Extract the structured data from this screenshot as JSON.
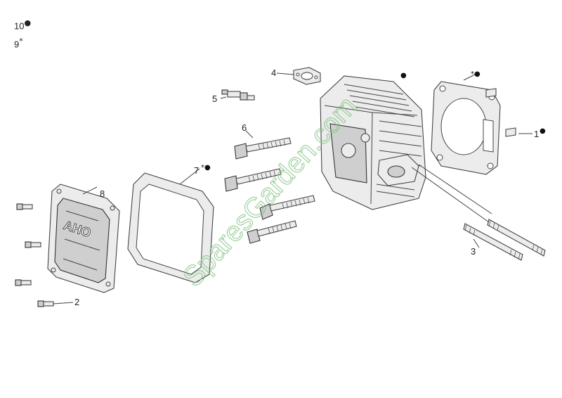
{
  "legend": [
    {
      "number": "10",
      "mark": "●"
    },
    {
      "number": "9",
      "mark": "*"
    }
  ],
  "callouts": [
    {
      "id": "1",
      "label": "1",
      "mark": "●"
    },
    {
      "id": "2",
      "label": "2",
      "mark": ""
    },
    {
      "id": "3",
      "label": "3",
      "mark": ""
    },
    {
      "id": "4",
      "label": "4",
      "mark": ""
    },
    {
      "id": "5",
      "label": "5",
      "mark": ""
    },
    {
      "id": "6",
      "label": "6",
      "mark": ""
    },
    {
      "id": "7",
      "label": "7",
      "mark": "*●"
    },
    {
      "id": "8",
      "label": "8",
      "mark": ""
    },
    {
      "id": "head",
      "label": "",
      "mark": "●"
    },
    {
      "id": "gasket",
      "label": "",
      "mark": "*●"
    }
  ],
  "watermark": "SparesGarden.com",
  "cover_logo": "AHO",
  "colors": {
    "watermark": "#7fc07f",
    "line": "#444444",
    "fill": "#ececec"
  }
}
